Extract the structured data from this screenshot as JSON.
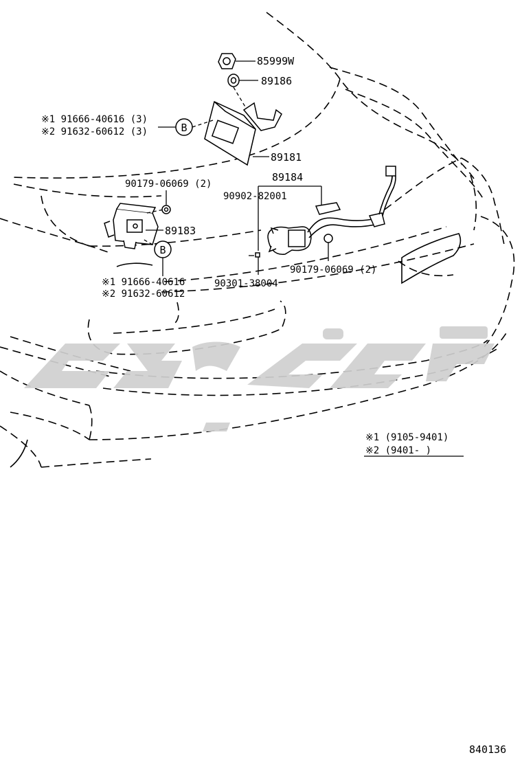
{
  "parts": {
    "p85999w": "85999W",
    "p89186": "89186",
    "p89181": "89181",
    "p89184": "89184",
    "p89183": "89183",
    "p90902": "90902-82001",
    "p90179_left": "90179-06069 (2)",
    "p90179_right": "90179-06069 (2)",
    "p90301": "90301-38004"
  },
  "callout_top": {
    "marker": "B",
    "line1": "※1  91666-40616 (3)",
    "line2": "※2  91632-60612 (3)"
  },
  "callout_bottom": {
    "marker": "B",
    "line1": "※1  91666-40616",
    "line2": "※2  91632-60612"
  },
  "legend": {
    "line1": "※1 (9105-9401)",
    "line2": "※2 (9401-      )"
  },
  "figure_id": "840136",
  "colors": {
    "line": "#000000",
    "watermark": "#cfcfcf",
    "background": "#ffffff"
  }
}
